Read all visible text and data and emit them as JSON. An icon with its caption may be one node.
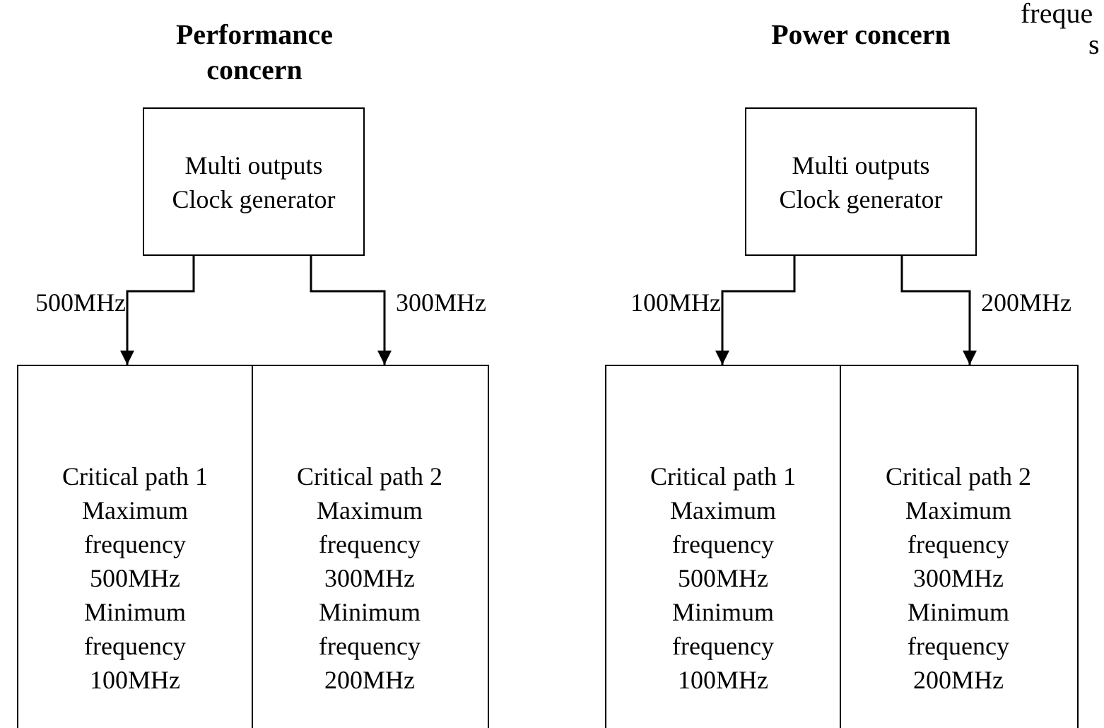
{
  "diagram": {
    "nodes": [
      {
        "text": [
          "Multi outputs Clock generator"
        ]
      },
      {
        "text": [
          "Critical path 1",
          "Maximum frequency 500MHz",
          "Minimum frequency 100MHz"
        ]
      },
      {
        "text": [
          "Critical path 2",
          "Maximum frequency 300MHz",
          "Minimum frequency 200MHz"
        ]
      },
      {
        "text": [
          "Multi outputs Clock generator"
        ]
      },
      {
        "text": [
          "Critical path 1",
          "Maximum frequency 500MHz",
          "Minimum frequency 100MHz"
        ]
      },
      {
        "text": [
          "Critical path 2",
          "Maximum frequency 300MHz",
          "Minimum frequency 200MHz"
        ]
      }
    ],
    "edges": [
      {
        "from": 0,
        "to": 1,
        "arrow": "to",
        "label": "500MHz"
      },
      {
        "from": 0,
        "to": 2,
        "arrow": "to",
        "label": "300MHz"
      },
      {
        "from": 3,
        "to": 4,
        "arrow": "to",
        "label": "100MHz"
      },
      {
        "from": 3,
        "to": 5,
        "arrow": "to",
        "label": "200MHz"
      }
    ],
    "labels": [
      "Performance concern",
      "Power concern",
      "freque",
      "s"
    ]
  }
}
